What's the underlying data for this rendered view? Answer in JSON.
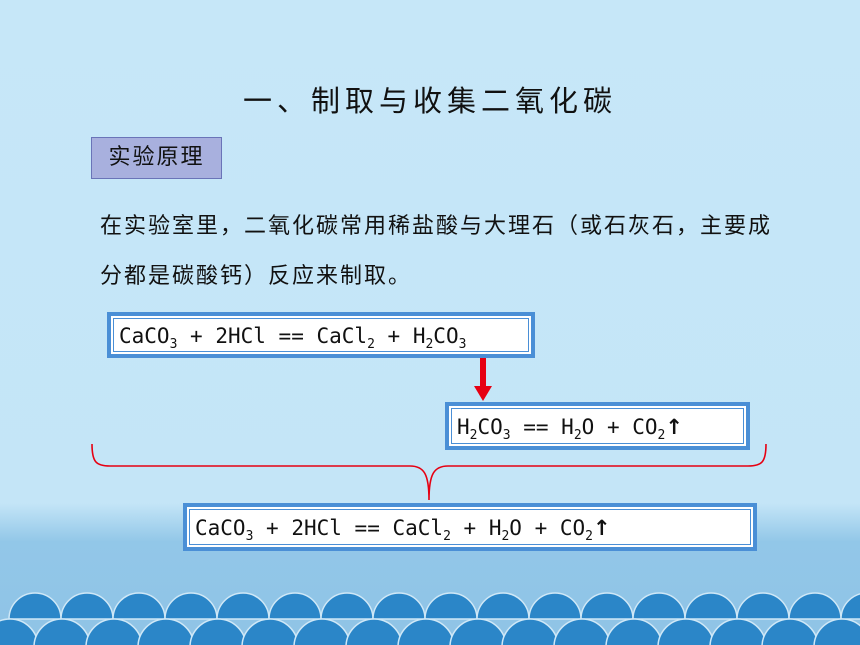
{
  "slide": {
    "title": "一、制取与收集二氧化碳",
    "section_tag": "实验原理",
    "paragraph": "在实验室里，二氧化碳常用稀盐酸与大理石（或石灰石，主要成分都是碳酸钙）反应来制取。"
  },
  "equations": {
    "eq1": {
      "p1": "CaCO",
      "s1": "3",
      "p2": " + 2HCl == CaCl",
      "s2": "2",
      "p3": " + H",
      "s3": "2",
      "p4": "CO",
      "s4": "3"
    },
    "eq2": {
      "p1": "H",
      "s1": "2",
      "p2": "CO",
      "s2": "3",
      "p3": " == H",
      "s3": "2",
      "p4": "O + CO",
      "s4": "2",
      "arrow": "↑"
    },
    "eq3": {
      "p1": "CaCO",
      "s1": "3",
      "p2": " + 2HCl == CaCl",
      "s2": "2",
      "p3": " + H",
      "s3": "2",
      "p4": "O + CO",
      "s4": "2",
      "arrow": "↑"
    }
  },
  "colors": {
    "background": "#c6e7f8",
    "tag_fill": "#a8b0de",
    "box_border": "#4a8fd6",
    "arrow_red": "#e60012",
    "brace_red": "#e60012",
    "waves": "#2b86c8"
  }
}
